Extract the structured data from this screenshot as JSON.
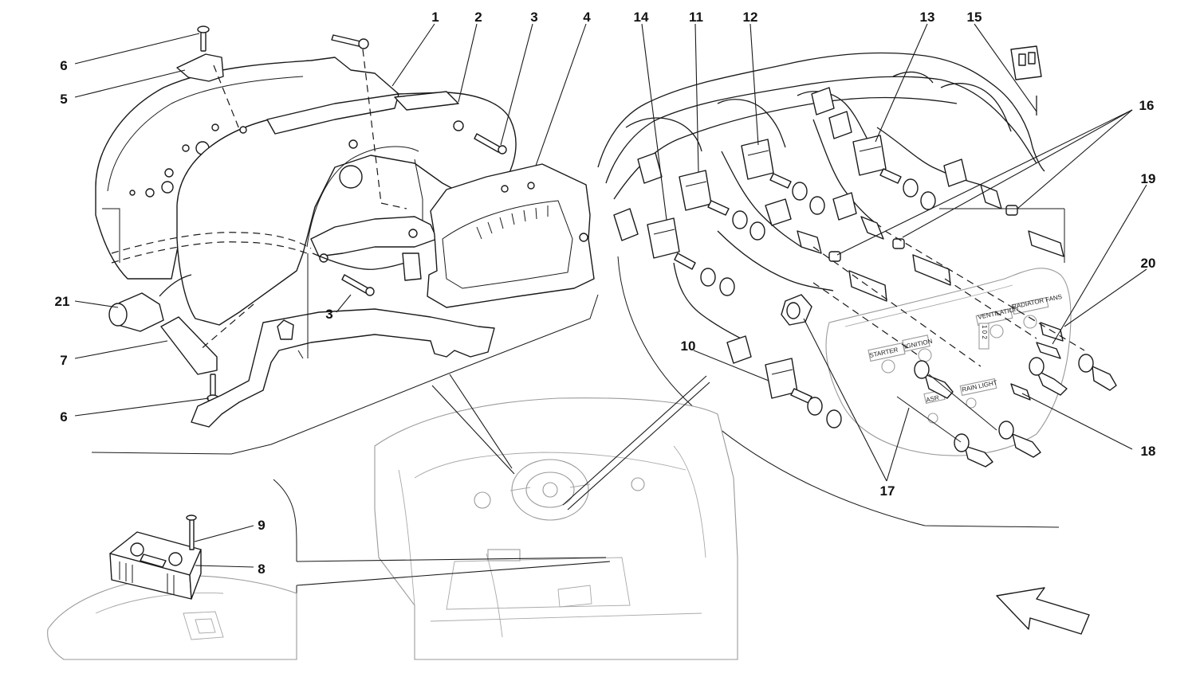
{
  "callouts": [
    {
      "id": "c1",
      "text": "1"
    },
    {
      "id": "c2",
      "text": "2"
    },
    {
      "id": "c3a",
      "text": "3"
    },
    {
      "id": "c3b",
      "text": "3"
    },
    {
      "id": "c4",
      "text": "4"
    },
    {
      "id": "c5",
      "text": "5"
    },
    {
      "id": "c6a",
      "text": "6"
    },
    {
      "id": "c6b",
      "text": "6"
    },
    {
      "id": "c7",
      "text": "7"
    },
    {
      "id": "c8",
      "text": "8"
    },
    {
      "id": "c9",
      "text": "9"
    },
    {
      "id": "c10",
      "text": "10"
    },
    {
      "id": "c11",
      "text": "11"
    },
    {
      "id": "c12",
      "text": "12"
    },
    {
      "id": "c13",
      "text": "13"
    },
    {
      "id": "c14",
      "text": "14"
    },
    {
      "id": "c15",
      "text": "15"
    },
    {
      "id": "c16",
      "text": "16"
    },
    {
      "id": "c17",
      "text": "17"
    },
    {
      "id": "c18",
      "text": "18"
    },
    {
      "id": "c19",
      "text": "19"
    },
    {
      "id": "c20",
      "text": "20"
    },
    {
      "id": "c21",
      "text": "21"
    }
  ],
  "switch_panel": {
    "starter": "STARTER",
    "ignition": "IGNITION",
    "ventilation": "VENTILATION",
    "radiator_fans": "RADIATOR FANS",
    "rain_light": "RAIN LIGHT",
    "asr": "ASR",
    "positions": "1 0 2"
  }
}
